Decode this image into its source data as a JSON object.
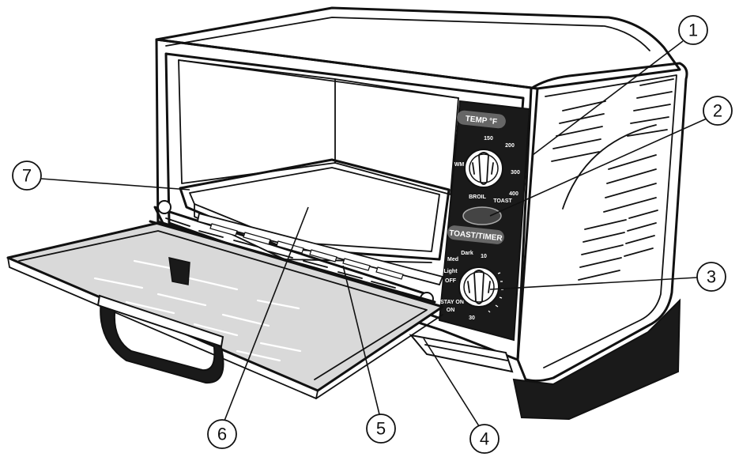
{
  "figure": {
    "panel": {
      "temp_label": "TEMP °F",
      "temp_marks": [
        "150",
        "200",
        "300",
        "400",
        "TOAST",
        "BROIL",
        "WM"
      ],
      "timer_label": "TOAST/TIMER",
      "timer_marks": [
        "10",
        "Dark",
        "Med",
        "Light",
        "OFF",
        "STAY ON",
        "30",
        "ON"
      ]
    },
    "callouts": [
      {
        "number": "1"
      },
      {
        "number": "2"
      },
      {
        "number": "3"
      },
      {
        "number": "4"
      },
      {
        "number": "5"
      },
      {
        "number": "6"
      },
      {
        "number": "7"
      }
    ]
  }
}
